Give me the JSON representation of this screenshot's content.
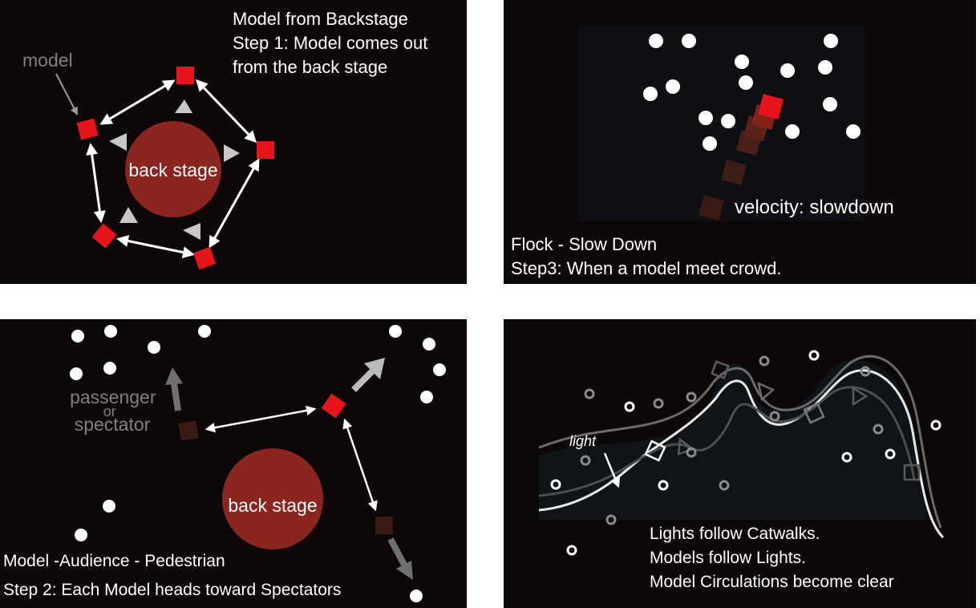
{
  "panels": {
    "backstage": {
      "title_lines": [
        "Model from Backstage",
        "Step 1: Model comes out",
        "from the back stage"
      ],
      "model_label": "model",
      "backstage_label": "back stage"
    },
    "flock": {
      "velocity_label": "velocity: slowdown",
      "title_lines": [
        "Flock - Slow Down",
        "Step3: When a model meet crowd."
      ]
    },
    "audience": {
      "spectator_label_lines": [
        "passenger",
        "or",
        "spectator"
      ],
      "backstage_label": "back stage",
      "title_lines": [
        "Model -Audience - Pedestrian",
        "Step 2: Each Model heads toward Spectators"
      ]
    },
    "lights": {
      "light_label": "light",
      "caption_lines": [
        "Lights follow Catwalks.",
        "Models follow Lights.",
        "Model Circulations become clear"
      ]
    }
  },
  "colors": {
    "panel_bg": "#0e0707",
    "model_red": "#e8141c",
    "backstage_circle": "#8b2520",
    "spectator_white": "#ffffff",
    "muted_gray": "#808080",
    "dark_model": "#3b1a14"
  }
}
